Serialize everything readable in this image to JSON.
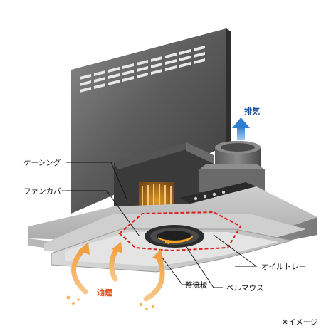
{
  "labels": {
    "exhaust": "排気",
    "casing": "ケーシング",
    "fan_cover": "ファンカバー",
    "oil_tray": "オイルトレー",
    "bell_mouth": "ベルマウス",
    "rectifier_plate": "整流板",
    "oil_smoke": "油煙",
    "image_note": "※イメージ"
  },
  "colors": {
    "exhaust_arrow": "#2f7fd0",
    "smoke_arrow": "#f0a040",
    "highlight_dash": "#e0201c",
    "oil_smoke_text": "#e0511a",
    "exhaust_text": "#1b4fa0"
  },
  "icons": {
    "exhaust_arrow": "up-arrow-icon",
    "smoke_arrows": "curved-arrow-icon"
  }
}
